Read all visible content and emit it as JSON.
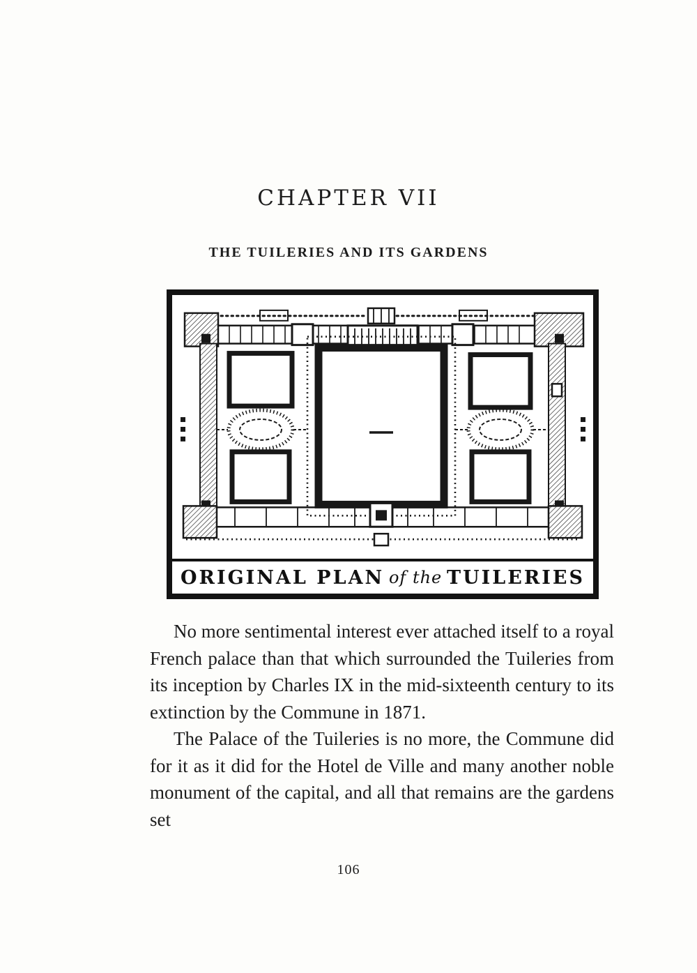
{
  "page": {
    "chapter_heading": "CHAPTER VII",
    "section_heading": "THE TUILERIES AND ITS GARDENS",
    "figure": {
      "caption_part1": "ORIGINAL PLAN",
      "caption_part2": "of the",
      "caption_part3": "TUILERIES",
      "ink_color": "#181818",
      "paper_color": "#fdfdfb"
    },
    "paragraphs": {
      "p1": "No more sentimental interest ever attached itself to a royal French palace than that which surrounded the Tuileries from its inception by Charles IX in the mid-sixteenth century to its extinction by the Commune in 1871.",
      "p2": "The Palace of the Tuileries is no more, the Commune did for it as it did for the Hotel de Ville and many another noble monument of the capital, and all that remains are the gardens set"
    },
    "page_number": "106"
  }
}
